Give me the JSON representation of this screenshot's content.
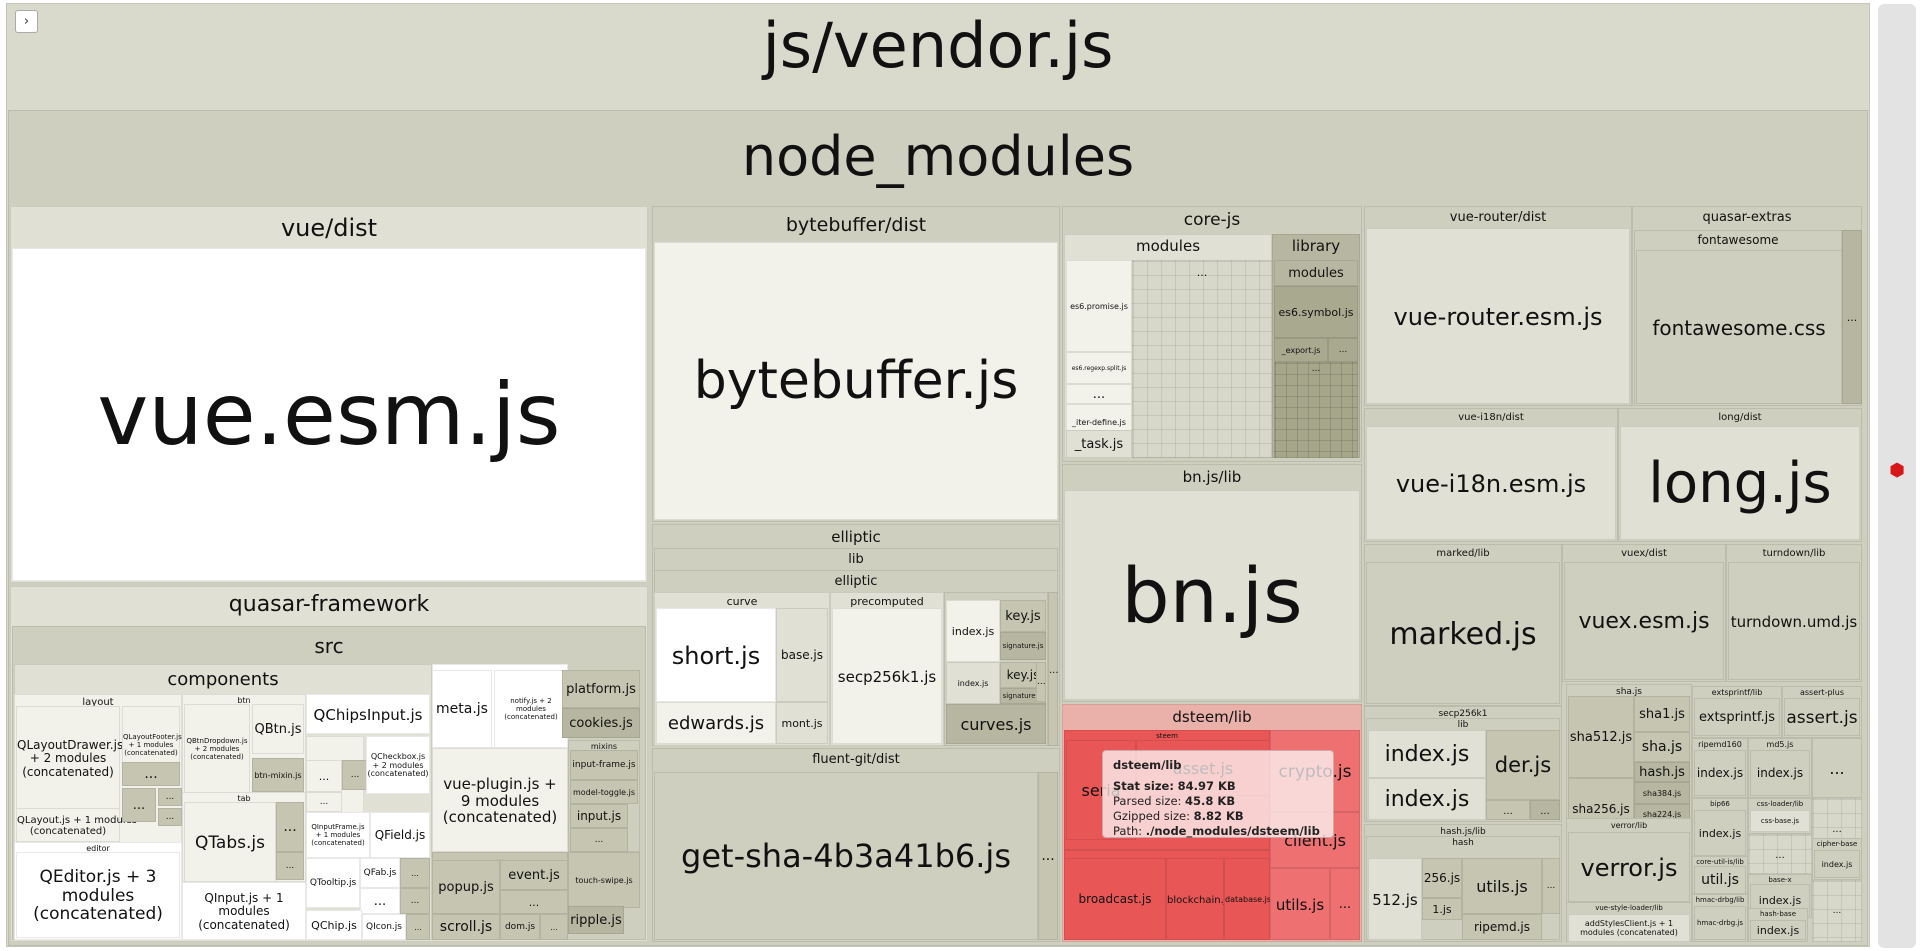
{
  "app": {
    "sidebar_toggle_icon": "chevron-right-icon",
    "sidebar_toggle_glyph": "›",
    "sidebar_logo_icon": "bundle-logo-icon",
    "sidebar_logo_glyph": "⬢"
  },
  "colors": {
    "treemap_base": "#d9d9cc",
    "highlight_red": "#e85656",
    "sidebar": "#e3e3e3"
  },
  "labels": {
    "root": "js/vendor.js",
    "node_modules": "node_modules",
    "vue_dist": "vue/dist",
    "vue_esm": "vue.esm.js",
    "quasar_framework": "quasar-framework",
    "src": "src",
    "components": "components",
    "layout": "layout",
    "btn": "btn",
    "tab": "tab",
    "editor": "editor",
    "mixins": "mixins",
    "qlayoutdrawer": "QLayoutDrawer.js\n+ 2 modules\n(concatenated)",
    "qlayoutfooter": "QLayoutFooter.js\n+ 1 modules\n(concatenated)",
    "qbtndropdown": "QBtnDropdown.js\n+ 2 modules\n(concatenated)",
    "qbtn": "QBtn.js",
    "btn_mixin": "btn-mixin.js",
    "qchipsinput": "QChipsInput.js",
    "qcheckbox": "QCheckbox.js\n+ 2 modules\n(concatenated)",
    "qinputframe": "QInputFrame.js\n+ 1 modules\n(concatenated)",
    "qfield": "QField.js",
    "qlayout": "QLayout.js + 1 modules\n(concatenated)",
    "qtabs": "QTabs.js",
    "qtooltip": "QTooltip.js",
    "qfab": "QFab.js",
    "qeditor": "QEditor.js + 3\nmodules\n(concatenated)",
    "qinput": "QInput.js + 1\nmodules\n(concatenated)",
    "qchip": "QChip.js",
    "qicon": "QIcon.js",
    "meta": "meta.js",
    "notify": "notify.js + 2\nmodules\n(concatenated)",
    "platform": "platform.js",
    "cookies": "cookies.js",
    "vue_plugin": "vue-plugin.js +\n9 modules\n(concatenated)",
    "input_frame": "input-frame.js",
    "model_toggle": "model-toggle.js",
    "input_js": "input.js",
    "popup": "popup.js",
    "event": "event.js",
    "touch_swipe": "touch-swipe.js",
    "scroll": "scroll.js",
    "dom": "dom.js",
    "ripple": "ripple.js",
    "ellipsis": "...",
    "bytebuffer_dist": "bytebuffer/dist",
    "bytebuffer": "bytebuffer.js",
    "elliptic": "elliptic",
    "lib": "lib",
    "curve": "curve",
    "precomputed": "precomputed",
    "short": "short.js",
    "base": "base.js",
    "edwards": "edwards.js",
    "mont": "mont.js",
    "secp256k1": "secp256k1.js",
    "index_js": "index.js",
    "key_js": "key.js",
    "signature_js": "signature.js",
    "curves": "curves.js",
    "fluent_git": "fluent-git/dist",
    "get_sha": "get-sha-4b3a41b6.js",
    "core_js": "core-js",
    "modules": "modules",
    "library": "library",
    "es6_promise": "es6.promise.js",
    "es6_regexp_split": "es6.regexp.split.js",
    "iter_define": "_iter-define.js",
    "task": "_task.js",
    "es6_symbol": "es6.symbol.js",
    "export": "_export.js",
    "bn_lib": "bn.js/lib",
    "bn": "bn.js",
    "dsteem_lib": "dsteem/lib",
    "steem": "steem",
    "seria": "seria",
    "asset": "asset.js",
    "crypto": "crypto.js",
    "client": "client.js",
    "broadcast": "broadcast.js",
    "blockchain": "blockchain.js",
    "database": "database.js",
    "utils_js": "utils.js",
    "vue_router_dist": "vue-router/dist",
    "vue_router": "vue-router.esm.js",
    "quasar_extras": "quasar-extras",
    "fontawesome_dir": "fontawesome",
    "fontawesome_css": "fontawesome.css",
    "vue_i18n_dist": "vue-i18n/dist",
    "vue_i18n": "vue-i18n.esm.js",
    "long_dist": "long/dist",
    "long": "long.js",
    "marked_lib": "marked/lib",
    "marked": "marked.js",
    "vuex_dist": "vuex/dist",
    "vuex": "vuex.esm.js",
    "turndown_lib": "turndown/lib",
    "turndown": "turndown.umd.js",
    "secp256k1_dir": "secp256k1",
    "der": "der.js",
    "sha_dir": "sha.js",
    "sha512": "sha512.js",
    "sha1": "sha1.js",
    "sha": "sha.js",
    "hash": "hash.js",
    "sha384": "sha384.js",
    "sha256": "sha256.js",
    "sha224": "sha224.js",
    "extsprintf_lib": "extsprintf/lib",
    "extsprintf": "extsprintf.js",
    "assert_plus": "assert-plus",
    "assert": "assert.js",
    "ripemd160": "ripemd160",
    "md5": "md5.js",
    "verror_lib": "verror/lib",
    "verror": "verror.js",
    "bip66": "bip66",
    "css_loader_lib": "css-loader/lib",
    "css_base": "css-base.js",
    "core_util_is": "core-util-is/lib",
    "util": "util.js",
    "base_x": "base-x",
    "cipher_base": "cipher-base",
    "hash_js_lib": "hash.js/lib",
    "hash_dir": "hash",
    "h512": "512.js",
    "h256": "256.js",
    "h1": "1.js",
    "utils": "utils.js",
    "ripemd": "ripemd.js",
    "vue_style_loader": "vue-style-loader/lib",
    "add_styles": "addStylesClient.js + 1\nmodules (concatenated)",
    "hmac_drbg": "hmac-drbg/lib",
    "hmac_drbg_js": "hmac-drbg.js",
    "hash_base": "hash-base"
  },
  "tooltip": {
    "title": "dsteem/lib",
    "stat_label": "Stat size:",
    "stat_value": "84.97 KB",
    "parsed_label": "Parsed size:",
    "parsed_value": "45.8 KB",
    "gzip_label": "Gzipped size:",
    "gzip_value": "8.82 KB",
    "path_label": "Path:",
    "path_value": "./node_modules/dsteem/lib"
  }
}
